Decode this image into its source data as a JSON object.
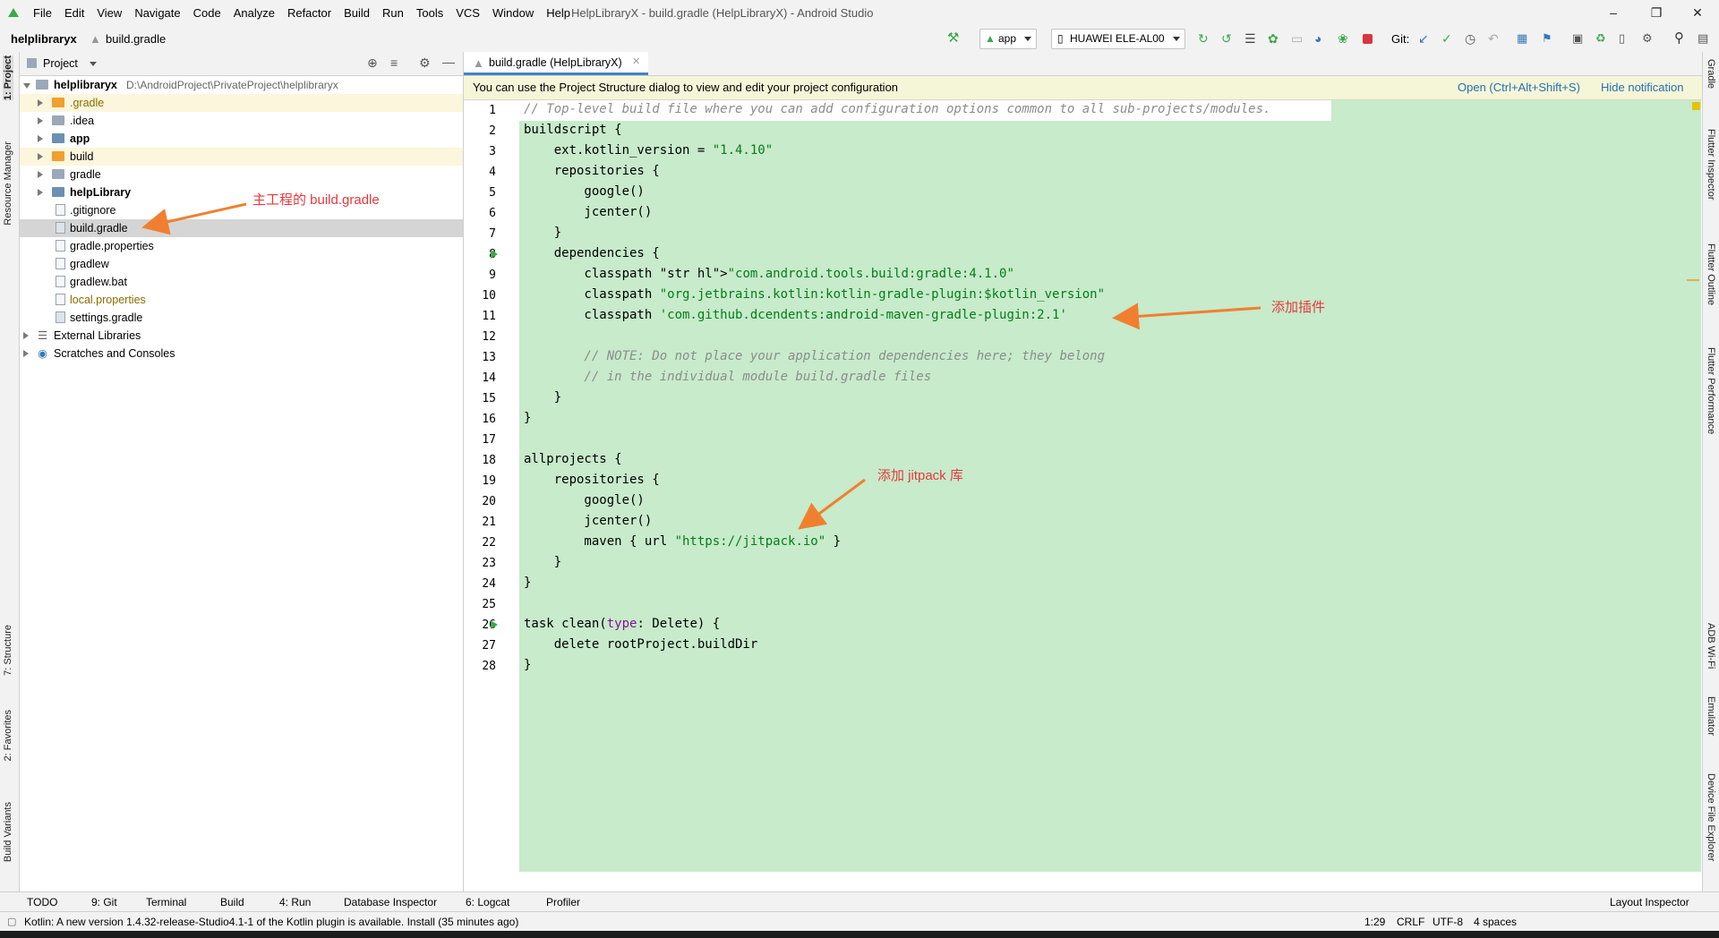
{
  "menubar": {
    "items": [
      "File",
      "Edit",
      "View",
      "Navigate",
      "Code",
      "Analyze",
      "Refactor",
      "Build",
      "Run",
      "Tools",
      "VCS",
      "Window",
      "Help"
    ],
    "window_title": "HelpLibraryX - build.gradle (HelpLibraryX) - Android Studio"
  },
  "navbar": {
    "project": "helplibraryx",
    "file": "build.gradle",
    "run_config": "app",
    "device": "HUAWEI ELE-AL00",
    "git_label": "Git:"
  },
  "left_tabs": [
    "1: Project",
    "Resource Manager",
    "7: Structure",
    "2: Favorites",
    "Build Variants"
  ],
  "project_panel": {
    "view_label": "Project",
    "root_name": "helplibraryx",
    "root_path": "D:\\AndroidProject\\PrivateProject\\helplibraryx",
    "items": [
      ".gradle",
      ".idea",
      "app",
      "build",
      "gradle",
      "helpLibrary",
      ".gitignore",
      "build.gradle",
      "gradle.properties",
      "gradlew",
      "gradlew.bat",
      "local.properties",
      "settings.gradle"
    ],
    "external_libraries": "External Libraries",
    "scratches": "Scratches and Consoles"
  },
  "editor": {
    "tab_label": "build.gradle (HelpLibraryX)",
    "notification_text": "You can use the Project Structure dialog to view and edit your project configuration",
    "notification_open": "Open (Ctrl+Alt+Shift+S)",
    "notification_hide": "Hide notification",
    "lines": [
      "// Top-level build file where you can add configuration options common to all sub-projects/modules.",
      "buildscript {",
      "    ext.kotlin_version = \"1.4.10\"",
      "    repositories {",
      "        google()",
      "        jcenter()",
      "    }",
      "    dependencies {",
      "        classpath \"com.android.tools.build:gradle:4.1.0\"",
      "        classpath \"org.jetbrains.kotlin:kotlin-gradle-plugin:$kotlin_version\"",
      "        classpath 'com.github.dcendents:android-maven-gradle-plugin:2.1'",
      "",
      "        // NOTE: Do not place your application dependencies here; they belong",
      "        // in the individual module build.gradle files",
      "    }",
      "}",
      "",
      "allprojects {",
      "    repositories {",
      "        google()",
      "        jcenter()",
      "        maven { url \"https://jitpack.io\" }",
      "    }",
      "}",
      "",
      "task clean(type: Delete) {",
      "    delete rootProject.buildDir",
      "}"
    ]
  },
  "annotations": {
    "main_build_gradle": "主工程的 build.gradle",
    "add_plugin": "添加插件",
    "add_jitpack": "添加 jitpack 库"
  },
  "right_tabs": [
    "Gradle",
    "Flutter Inspector",
    "Flutter Outline",
    "Flutter Performance",
    "ADB Wi-Fi",
    "Emulator",
    "Device File Explorer"
  ],
  "bottom_tools": [
    "TODO",
    "9: Git",
    "Terminal",
    "Build",
    "4: Run",
    "Database Inspector",
    "6: Logcat",
    "Profiler",
    "Layout Inspector"
  ],
  "status": {
    "message": "Kotlin: A new version 1.4.32-release-Studio4.1-1 of the Kotlin plugin is available. Install (35 minutes ago)",
    "position": "1:29",
    "line_sep": "CRLF",
    "encoding": "UTF-8",
    "indent": "4 spaces"
  },
  "colors": {
    "accent_green": "#3ba94a",
    "annotation_red": "#e8383d",
    "code_bg": "#c7ebcb",
    "link_blue": "#2470b3"
  }
}
